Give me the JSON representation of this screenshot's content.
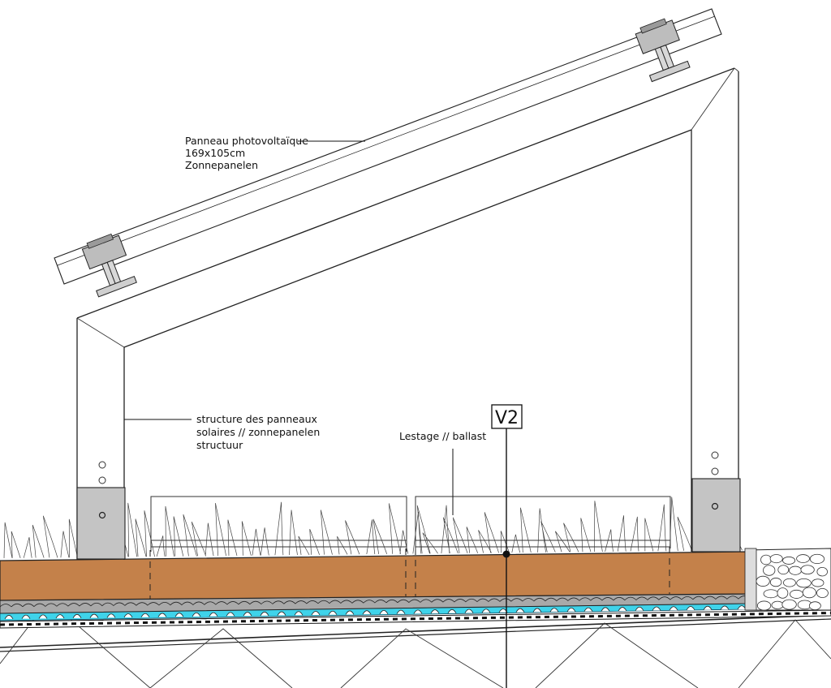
{
  "labels": {
    "panel_line1": "Panneau photovoltaïque",
    "panel_line2": "169x105cm",
    "panel_line3": "Zonnepanelen",
    "structure_line1": "structure des panneaux",
    "structure_line2": "solaires // zonnepanelen",
    "structure_line3": "structuur",
    "ballast": "Lestage // ballast",
    "section_tag": "V2"
  },
  "colors": {
    "substrate": "#c4814a",
    "water_layer": "#3fd3ea",
    "mount_block": "#c4c4c4",
    "line": "#222222",
    "gravel_fill": "#ffffff"
  }
}
